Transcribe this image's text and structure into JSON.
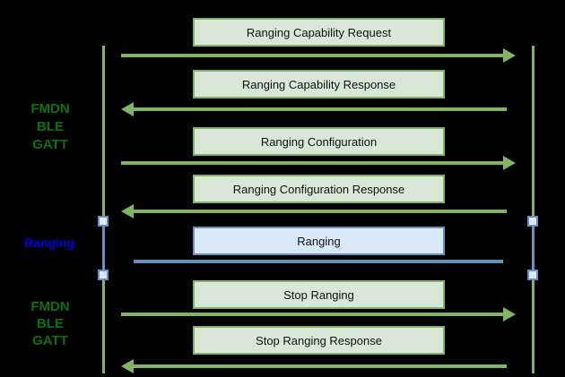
{
  "diagram": {
    "kind": "sequence-diagram",
    "background": "#000000"
  },
  "colors": {
    "gatt_accent": "#82b366",
    "gatt_fill": "#d9e8d6",
    "ranging_accent": "#6c8ebf",
    "ranging_fill": "#dae8fc",
    "gatt_label_text": "#0b710b",
    "ranging_label_text": "#0000e0",
    "box_text": "#111111"
  },
  "side_labels": {
    "gatt_top": {
      "line1": "FMDN",
      "line2": "BLE",
      "line3": "GATT"
    },
    "ranging": {
      "line1": "Ranging"
    },
    "gatt_bottom": {
      "line1": "FMDN",
      "line2": "BLE",
      "line3": "GATT"
    }
  },
  "messages": [
    {
      "label": "Ranging Capability Request",
      "direction": "right",
      "channel": "gatt"
    },
    {
      "label": "Ranging Capability Response",
      "direction": "left",
      "channel": "gatt"
    },
    {
      "label": "Ranging Configuration",
      "direction": "right",
      "channel": "gatt"
    },
    {
      "label": "Ranging Configuration Response",
      "direction": "left",
      "channel": "gatt"
    },
    {
      "label": "Ranging",
      "direction": "both",
      "channel": "ranging"
    },
    {
      "label": "Stop Ranging",
      "direction": "right",
      "channel": "gatt"
    },
    {
      "label": "Stop Ranging Response",
      "direction": "left",
      "channel": "gatt"
    }
  ]
}
